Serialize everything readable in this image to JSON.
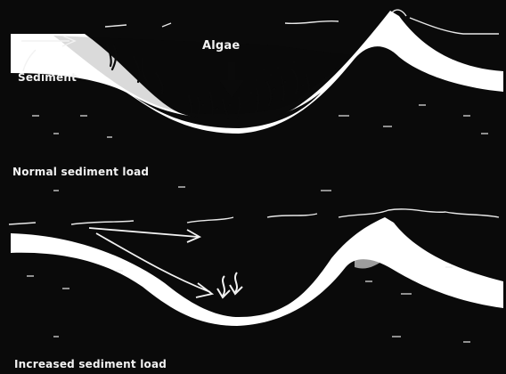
{
  "panels": {
    "normal": {
      "caption": "Normal sediment load",
      "labels": {
        "algae": "Algae",
        "sediment": "Sediment"
      }
    },
    "increased": {
      "caption": "Increased sediment load"
    }
  },
  "colors": {
    "background": "#0a0a0a",
    "seabed": "#ffffff",
    "text": "#f2f2f2"
  }
}
